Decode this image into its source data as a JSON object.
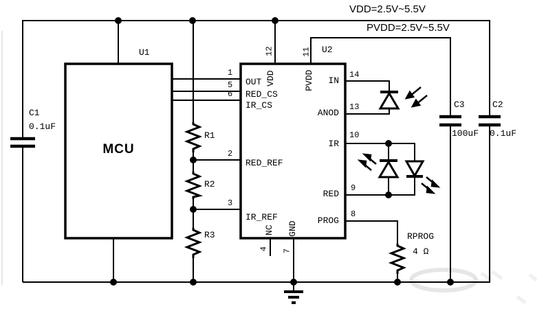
{
  "power": {
    "vdd_label": "VDD=2.5V~5.5V",
    "pvdd_label": "PVDD=2.5V~5.5V"
  },
  "mcu": {
    "designator": "U1",
    "name": "MCU"
  },
  "driver_ic": {
    "designator": "U2",
    "left_pins": [
      {
        "num": "1",
        "name": "OUT"
      },
      {
        "num": "5",
        "name": "RED_CS"
      },
      {
        "num": "6",
        "name": "IR_CS"
      },
      {
        "num": "2",
        "name": "RED_REF"
      },
      {
        "num": "3",
        "name": "IR_REF"
      }
    ],
    "right_pins": [
      {
        "num": "14",
        "name": "IN"
      },
      {
        "num": "13",
        "name": "ANOD"
      },
      {
        "num": "10",
        "name": "IR"
      },
      {
        "num": "9",
        "name": "RED"
      },
      {
        "num": "8",
        "name": "PROG"
      }
    ],
    "top_pins": [
      {
        "num": "12",
        "name": "VDD"
      },
      {
        "num": "11",
        "name": "PVDD"
      }
    ],
    "bottom_pins": [
      {
        "num": "4",
        "name": "NC"
      },
      {
        "num": "7",
        "name": "GND"
      }
    ]
  },
  "capacitors": {
    "c1": {
      "ref": "C1",
      "value": "0.1uF"
    },
    "c3": {
      "ref": "C3",
      "value": "100uF"
    },
    "c2": {
      "ref": "C2",
      "value": "0.1uF"
    }
  },
  "resistors": {
    "r1": {
      "ref": "R1"
    },
    "r2": {
      "ref": "R2"
    },
    "r3": {
      "ref": "R3"
    },
    "rprog": {
      "ref": "RPROG",
      "value": "4 Ω"
    }
  },
  "colors": {
    "wire": "#000000",
    "background": "#ffffff",
    "watermark": "#e0e0e0"
  }
}
